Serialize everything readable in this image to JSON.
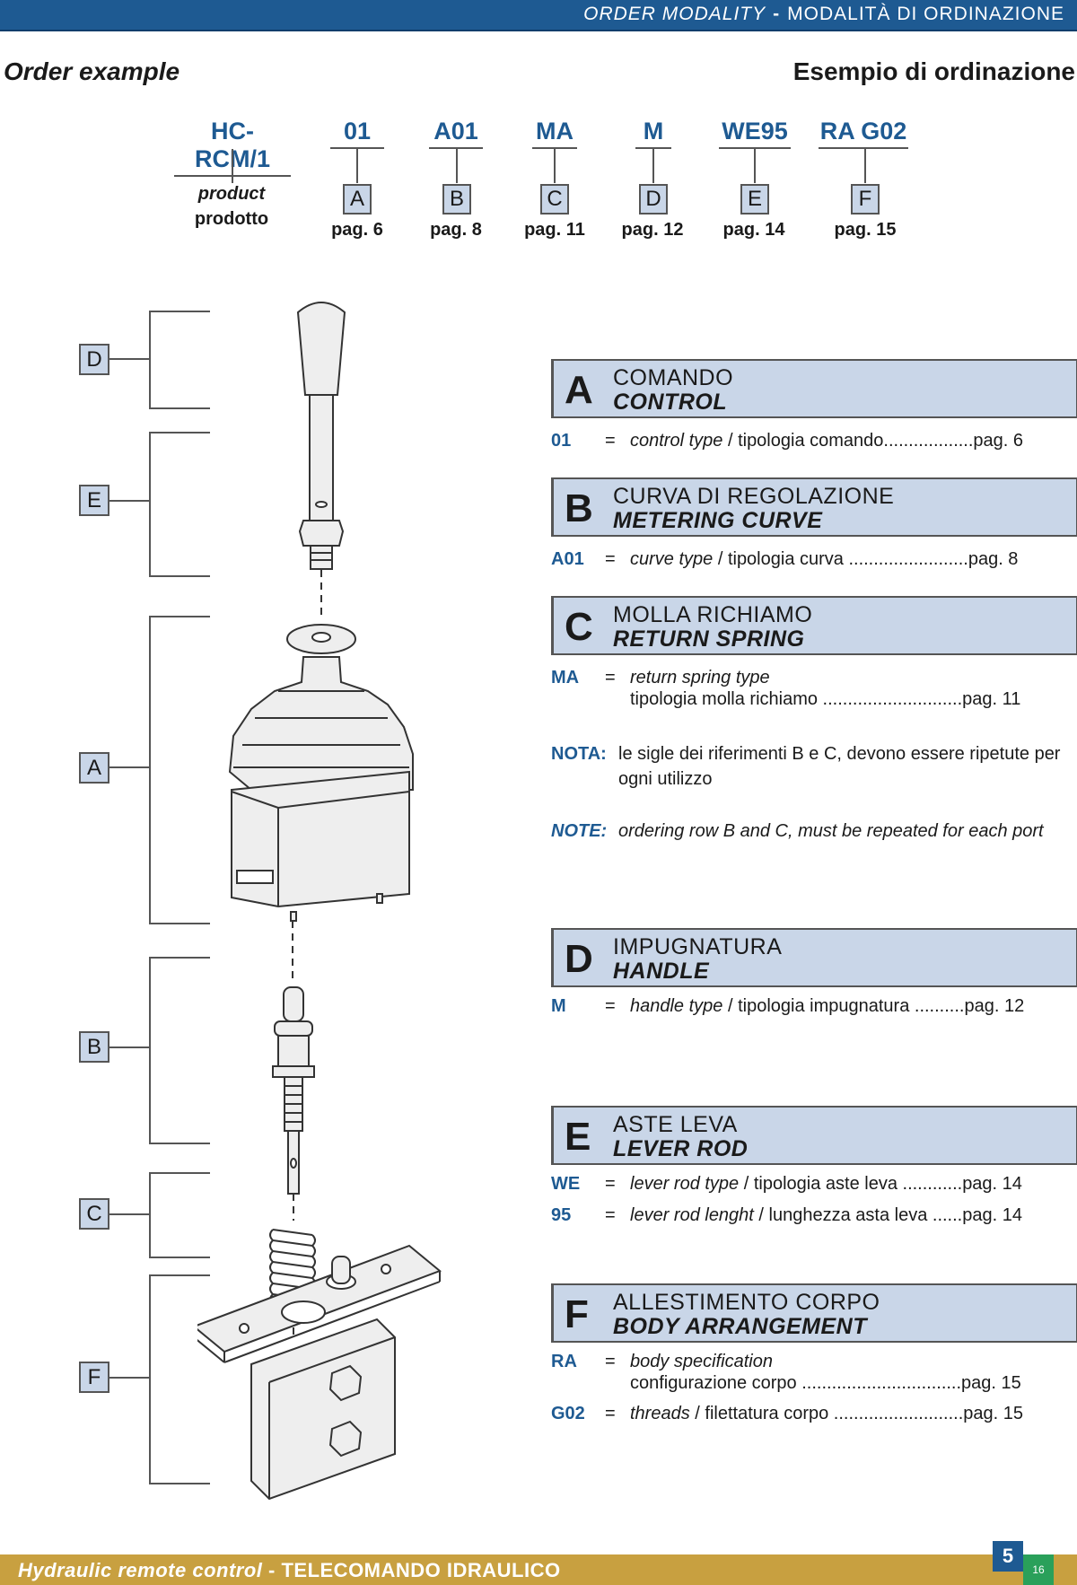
{
  "header": {
    "title_en": "ORDER MODALITY",
    "separator": "-",
    "title_it": "MODALITÀ DI ORDINAZIONE"
  },
  "order_example": {
    "left_title": "Order example",
    "right_title": "Esempio di ordinazione",
    "product_label_en": "product",
    "product_label_it": "prodotto",
    "codes": [
      {
        "code": "HC-RCM/1"
      },
      {
        "code": "01",
        "letter": "A",
        "page": "pag. 6"
      },
      {
        "code": "A01",
        "letter": "B",
        "page": "pag. 8"
      },
      {
        "code": "MA",
        "letter": "C",
        "page": "pag. 11"
      },
      {
        "code": "M",
        "letter": "D",
        "page": "pag. 12"
      },
      {
        "code": "WE95",
        "letter": "E",
        "page": "pag. 14"
      },
      {
        "code": "RA G02",
        "letter": "F",
        "page": "pag. 15"
      }
    ]
  },
  "side_labels": [
    "D",
    "E",
    "A",
    "B",
    "C",
    "F"
  ],
  "sections": {
    "A": {
      "letter": "A",
      "title_it": "COMANDO",
      "title_en": "CONTROL",
      "rows": [
        {
          "code": "01",
          "eq": "=",
          "desc_en": "control type",
          "slash": " / ",
          "desc_it": "tipologia comando..................pag. 6"
        }
      ]
    },
    "B": {
      "letter": "B",
      "title_it": "CURVA DI REGOLAZIONE",
      "title_en": "METERING CURVE",
      "rows": [
        {
          "code": "A01",
          "eq": "=",
          "desc_en": "curve type",
          "slash": " / ",
          "desc_it": "tipologia curva ........................pag. 8"
        }
      ]
    },
    "C": {
      "letter": "C",
      "title_it": "MOLLA RICHIAMO",
      "title_en": "RETURN SPRING",
      "rows": [
        {
          "code": "MA",
          "eq": "=",
          "desc_en": "return spring type",
          "desc_it2": "tipologia molla richiamo ............................pag. 11"
        }
      ]
    },
    "D": {
      "letter": "D",
      "title_it": "IMPUGNATURA",
      "title_en": "HANDLE",
      "rows": [
        {
          "code": "M",
          "eq": "=",
          "desc_en": "handle type",
          "slash": " / ",
          "desc_it": "tipologia impugnatura ..........pag. 12"
        }
      ]
    },
    "E": {
      "letter": "E",
      "title_it": "ASTE LEVA",
      "title_en": "LEVER ROD",
      "rows": [
        {
          "code": "WE",
          "eq": "=",
          "desc_en": "lever rod type",
          "slash": " / ",
          "desc_it": "tipologia aste leva ............pag. 14"
        },
        {
          "code": "95",
          "eq": "=",
          "desc_en": "lever rod lenght",
          "slash": " / ",
          "desc_it": "lunghezza asta leva ......pag. 14"
        }
      ]
    },
    "F": {
      "letter": "F",
      "title_it": "ALLESTIMENTO CORPO",
      "title_en": "BODY ARRANGEMENT",
      "rows": [
        {
          "code": "RA",
          "eq": "=",
          "desc_en": "body specification",
          "desc_it2": "configurazione corpo ................................pag. 15"
        },
        {
          "code": "G02",
          "eq": "=",
          "desc_en": "threads",
          "slash": " / ",
          "desc_it": "filettatura corpo ..........................pag. 15"
        }
      ]
    }
  },
  "notes": {
    "nota_label": "NOTA:",
    "nota_text": "le sigle dei riferimenti B e C, devono essere ripetute per ogni utilizzo",
    "note_label": "NOTE:",
    "note_text": "ordering row B and C, must be repeated for each port"
  },
  "footer": {
    "text_en": "Hydraulic remote control",
    "sep": " - ",
    "text_it": "TELECOMANDO IDRAULICO",
    "page_number": "5",
    "page_small": "16"
  },
  "colors": {
    "accent_blue": "#1e5a92",
    "box_fill": "#c9d6e8",
    "footer_gold": "#c8a040",
    "footer_green": "#2aa05a"
  }
}
